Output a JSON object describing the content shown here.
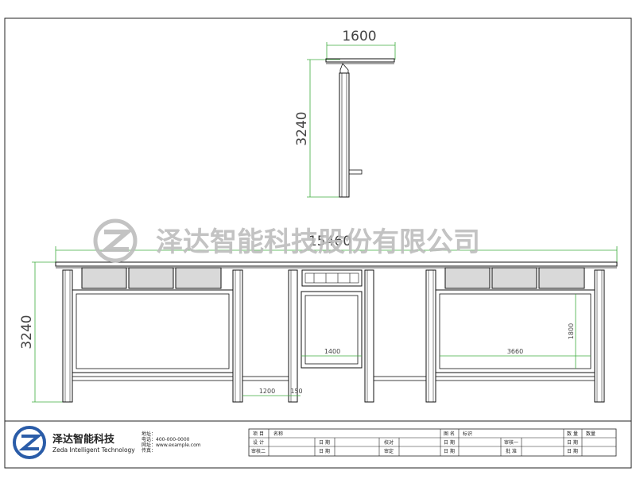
{
  "watermark": {
    "brand_cn": "泽达智能科技股份有限公司"
  },
  "side_view": {
    "width_dim": "1600",
    "height_dim": "3240"
  },
  "front_view": {
    "overall_dim": "15460",
    "height_dim": "3240",
    "center_width_dim": "1400",
    "panel_width_dim": "3660",
    "panel_height_dim": "1800",
    "gap_dim": "1200",
    "gap_dim_2": "150"
  },
  "title_block": {
    "company_cn": "泽达智能科技",
    "company_en": "Zeda Intelligent Technology",
    "address_lines": [
      "地址：",
      "电话：400-000-0000",
      "网址：www.example.com",
      "传真："
    ],
    "cells": {
      "project": "项 目",
      "name": "名称",
      "drawing_name": "图 名",
      "drawing_name_val": "标识",
      "quantity": "数 量",
      "quantity_val": "数量",
      "design": "设 计",
      "date1": "日 期",
      "check": "校对",
      "date2": "日 期",
      "review1": "审核一",
      "date3": "日 期",
      "review2": "审核二",
      "date4": "日 期",
      "approve": "审定",
      "date5": "日 期",
      "batch": "批 准",
      "date6": "日 期"
    }
  },
  "colors": {
    "line": "#1a1a1a",
    "dim_line": "#3fae3f",
    "watermark": "#bdbdbd"
  }
}
